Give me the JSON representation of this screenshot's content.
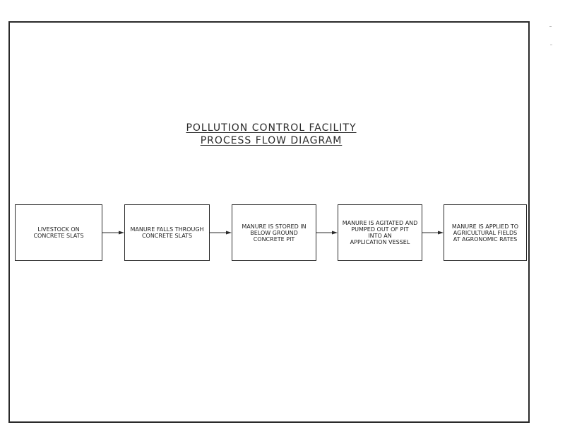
{
  "diagram": {
    "title_line1": "POLLUTION CONTROL FACILITY",
    "title_line2": "PROCESS FLOW DIAGRAM",
    "steps": [
      "LIVESTOCK ON\nCONCRETE SLATS",
      "MANURE FALLS THROUGH\nCONCRETE SLATS",
      "MANURE IS STORED IN\nBELOW GROUND\nCONCRETE PIT",
      "MANURE IS AGITATED AND\nPUMPED OUT OF PIT\nINTO AN\nAPPLICATION VESSEL",
      "MANURE IS APPLIED TO\nAGRICULTURAL FIELDS\nAT AGRONOMIC RATES"
    ]
  },
  "colors": {
    "line": "#2a2a2a",
    "background": "#ffffff"
  }
}
